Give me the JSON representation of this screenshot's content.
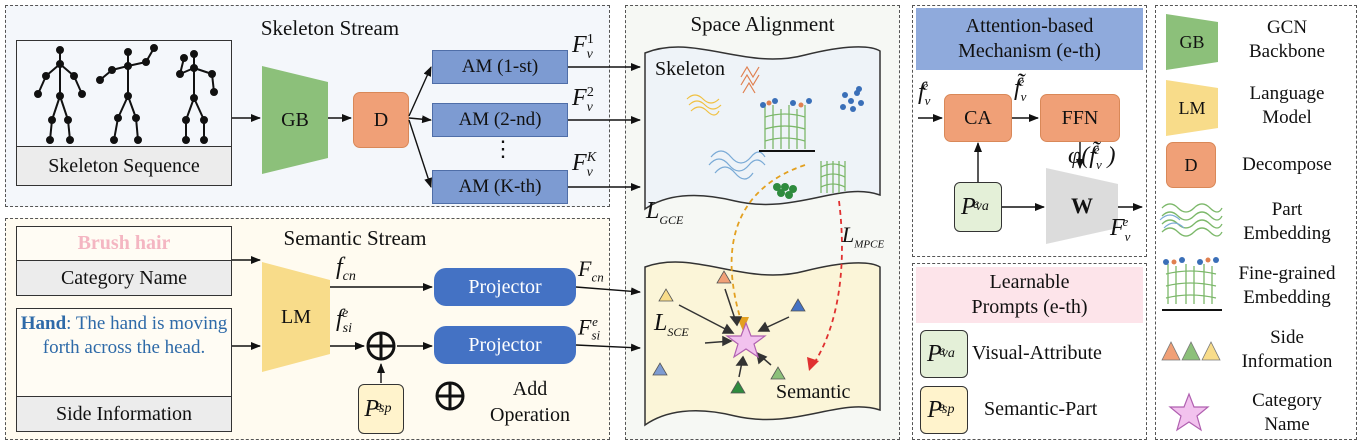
{
  "skeleton_stream": {
    "title": "Skeleton Stream",
    "input_label": "Skeleton Sequence",
    "gb": "GB",
    "d": "D",
    "am": [
      "AM (1-st)",
      "AM (2-nd)",
      "⋮",
      "AM (K-th)"
    ],
    "features": [
      {
        "base": "F",
        "sub": "v",
        "sup": "1"
      },
      {
        "base": "F",
        "sub": "v",
        "sup": "2"
      },
      {
        "base": "F",
        "sub": "v",
        "sup": "K"
      }
    ]
  },
  "semantic_stream": {
    "title": "Semantic Stream",
    "brush_hair": "Brush hair",
    "category_name": "Category Name",
    "hand_bold": "Hand",
    "hand_text": ": The hand is moving forth across the head.",
    "side_information": "Side Information",
    "lm": "LM",
    "f_cn": {
      "base": "f",
      "sub": "cn"
    },
    "f_si": {
      "base": "f",
      "sub": "si",
      "sup": "e"
    },
    "projector": "Projector",
    "F_cn": {
      "base": "F",
      "sub": "cn"
    },
    "F_si": {
      "base": "F",
      "sub": "si",
      "sup": "e"
    },
    "p_sp": {
      "base": "P",
      "sub": "sp",
      "sup": "e"
    },
    "add_label": "Add Operation"
  },
  "space_alignment": {
    "title": "Space Alignment",
    "skeleton": "Skeleton",
    "semantic": "Semantic",
    "l_gce": {
      "base": "L",
      "sub": "GCE"
    },
    "l_mpce": {
      "base": "L",
      "sub": "MPCE"
    },
    "l_sce": {
      "base": "L",
      "sub": "SCE"
    }
  },
  "attention": {
    "title_line1": "Attention-based",
    "title_line2": "Mechanism (e-th)",
    "ca": "CA",
    "ffn": "FFN",
    "w": "W",
    "f_in": {
      "base": "f",
      "sub": "v",
      "sup": "e"
    },
    "f_tilde": {
      "base": "f̃",
      "sub": "v",
      "sup": "e"
    },
    "phi": "φ(f̃",
    "phi_close": ")",
    "F_out": {
      "base": "F",
      "sub": "v",
      "sup": "e"
    },
    "p_va": {
      "base": "P",
      "sub": "va",
      "sup": "e"
    }
  },
  "prompts": {
    "title_line1": "Learnable",
    "title_line2": "Prompts (e-th)",
    "visual_attribute": "Visual-Attribute",
    "semantic_part": "Semantic-Part",
    "p_va": {
      "base": "P",
      "sub": "va",
      "sup": "e"
    },
    "p_sp": {
      "base": "P",
      "sub": "sp",
      "sup": "e"
    }
  },
  "legend": {
    "gb": "GB",
    "gb_label": "GCN Backbone",
    "lm": "LM",
    "lm_label": "Language Model",
    "d": "D",
    "d_label": "Decompose",
    "part_label": "Part Embedding",
    "fine_label": "Fine-grained Embedding",
    "side_label": "Side Information",
    "cat_label": "Category Name"
  },
  "colors": {
    "blue_box": "#7d9bd2",
    "projector": "#4472c4",
    "orange": "#f0a077",
    "green": "#8cc07a",
    "yellow": "#f8dc8a",
    "attention_header": "#8faadc",
    "prompt_header": "#fde4ea",
    "semantic_bg": "#fffbf0",
    "skeleton_bg": "#f2f6fb",
    "brush_hair": "#f4b6c2"
  }
}
